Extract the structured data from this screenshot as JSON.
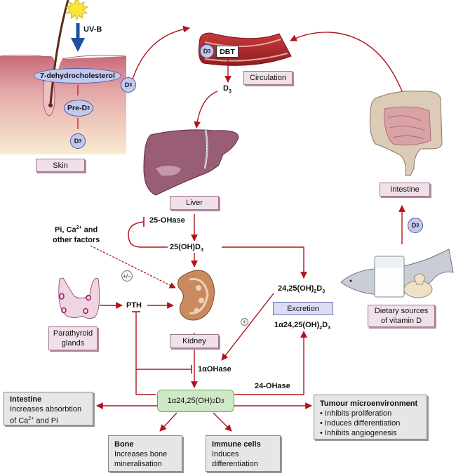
{
  "title": "Vitamin D metabolism and actions",
  "colors": {
    "arrow": "#b0131b",
    "uvb_arrow": "#1f4fa0",
    "label_box_fill": "#efe0ea",
    "effect_box_fill": "#e6e6e6",
    "active_form_fill": "#cfe8c6",
    "excretion_fill": "#d9dcf3",
    "molecule_fill": "#c3c9ee"
  },
  "skin": {
    "uvb_label": "UV-B",
    "precursor": "7-dehydrocholesterol",
    "intermediate": "Pre-D",
    "intermediate_sub": "3",
    "product": "D",
    "product_sub": "3",
    "exit_product": "D",
    "exit_product_sub": "3",
    "label": "Skin"
  },
  "circulation": {
    "molecule": "D",
    "molecule_sub": "3",
    "binding_protein": "DBT",
    "released": "D",
    "released_sub": "3",
    "label": "Circulation"
  },
  "liver": {
    "label": "Liver",
    "enzyme": "25-OHase",
    "product_main": "25(OH)D",
    "product_sub": "3"
  },
  "regulators": {
    "line1": "Pi, Ca",
    "line1_sup": "2+",
    "line1_end": " and",
    "line2": "other factors",
    "sign": "+/−"
  },
  "parathyroid": {
    "label_line1": "Parathyroid",
    "label_line2": "glands",
    "hormone": "PTH"
  },
  "kidney": {
    "label": "Kidney",
    "enzyme": "1αOHase",
    "enzyme_24": "24-OHase"
  },
  "metabolites": {
    "m24_main": "24,25(OH)",
    "m24_sub1": "2",
    "m24_mid": "D",
    "m24_sub2": "3",
    "excretion": "Excretion",
    "m1a24_main": "1α24,25(OH)",
    "m1a24_sub1": "2",
    "m1a24_mid": "D",
    "m1a24_sub2": "3",
    "plus_sign": "+"
  },
  "active_form": {
    "main": "1α24,25(OH)",
    "sub1": "2",
    "mid": "D",
    "sub2": "3"
  },
  "diet": {
    "molecule": "D",
    "molecule_sub": "3",
    "intestine_label": "Intestine",
    "label_line1": "Dietary sources",
    "label_line2": "of vitamin D"
  },
  "effects": {
    "intestine": {
      "title": "Intestine",
      "line1": "Increases absorbtion",
      "line2a": "of Ca",
      "line2_sup": "2+",
      "line2b": " and Pi"
    },
    "bone": {
      "title": "Bone",
      "line1": "Increases bone",
      "line2": "mineralisation"
    },
    "immune": {
      "title": "Immune cells",
      "line1": "Induces",
      "line2": "differentiation"
    },
    "tumour": {
      "title": "Tumour microenvironment",
      "bullets": [
        "• Inhibits proliferation",
        "• Induces differentiation",
        "• Inhibits angiogenesis"
      ]
    }
  }
}
